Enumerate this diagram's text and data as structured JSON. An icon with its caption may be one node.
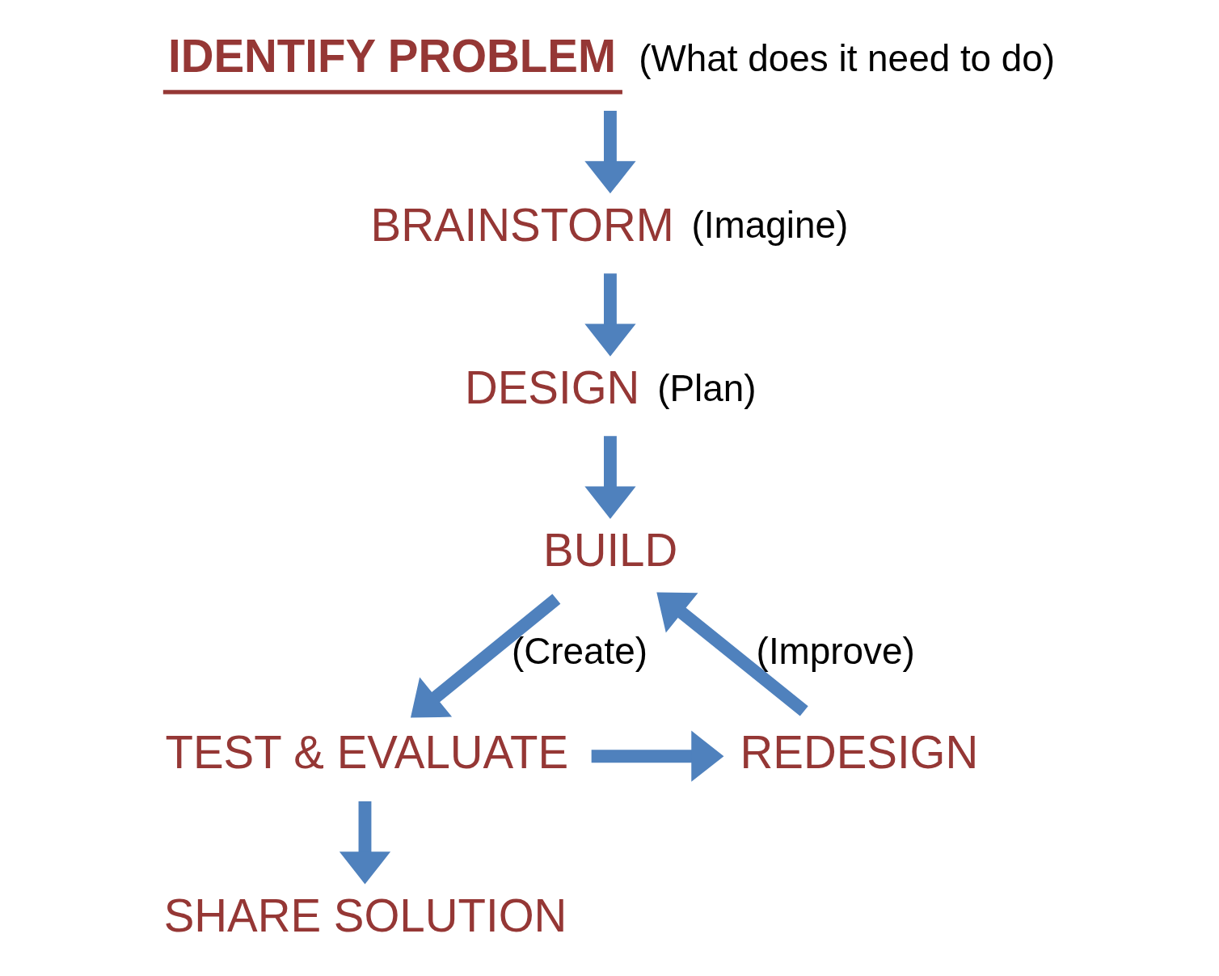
{
  "diagram": {
    "nodes": [
      {
        "text": [
          "IDENTIFY PROBLEM",
          "(What does it need to do)"
        ]
      },
      {
        "text": [
          "BRAINSTORM"
        ],
        "beside": [
          "(Imagine)"
        ]
      },
      {
        "text": [
          "DESIGN"
        ],
        "beside": [
          "(Plan)"
        ]
      },
      {
        "text": [
          "BUILD"
        ]
      },
      {
        "text": [
          "TEST & EVALUATE"
        ]
      },
      {
        "text": [
          "REDESIGN"
        ]
      },
      {
        "text": [
          "SHARE SOLUTION"
        ]
      }
    ],
    "edges": [
      {
        "from": 0,
        "to": 1,
        "arrow": "to"
      },
      {
        "from": 1,
        "to": 2,
        "arrow": "to"
      },
      {
        "from": 2,
        "to": 3,
        "arrow": "to"
      },
      {
        "from": 3,
        "to": 4,
        "arrow": "to",
        "label": "(Create)"
      },
      {
        "from": 4,
        "to": 5,
        "arrow": "to"
      },
      {
        "from": 5,
        "to": 3,
        "arrow": "to",
        "label": "(Improve)"
      },
      {
        "from": 4,
        "to": 6,
        "arrow": "to"
      }
    ]
  }
}
